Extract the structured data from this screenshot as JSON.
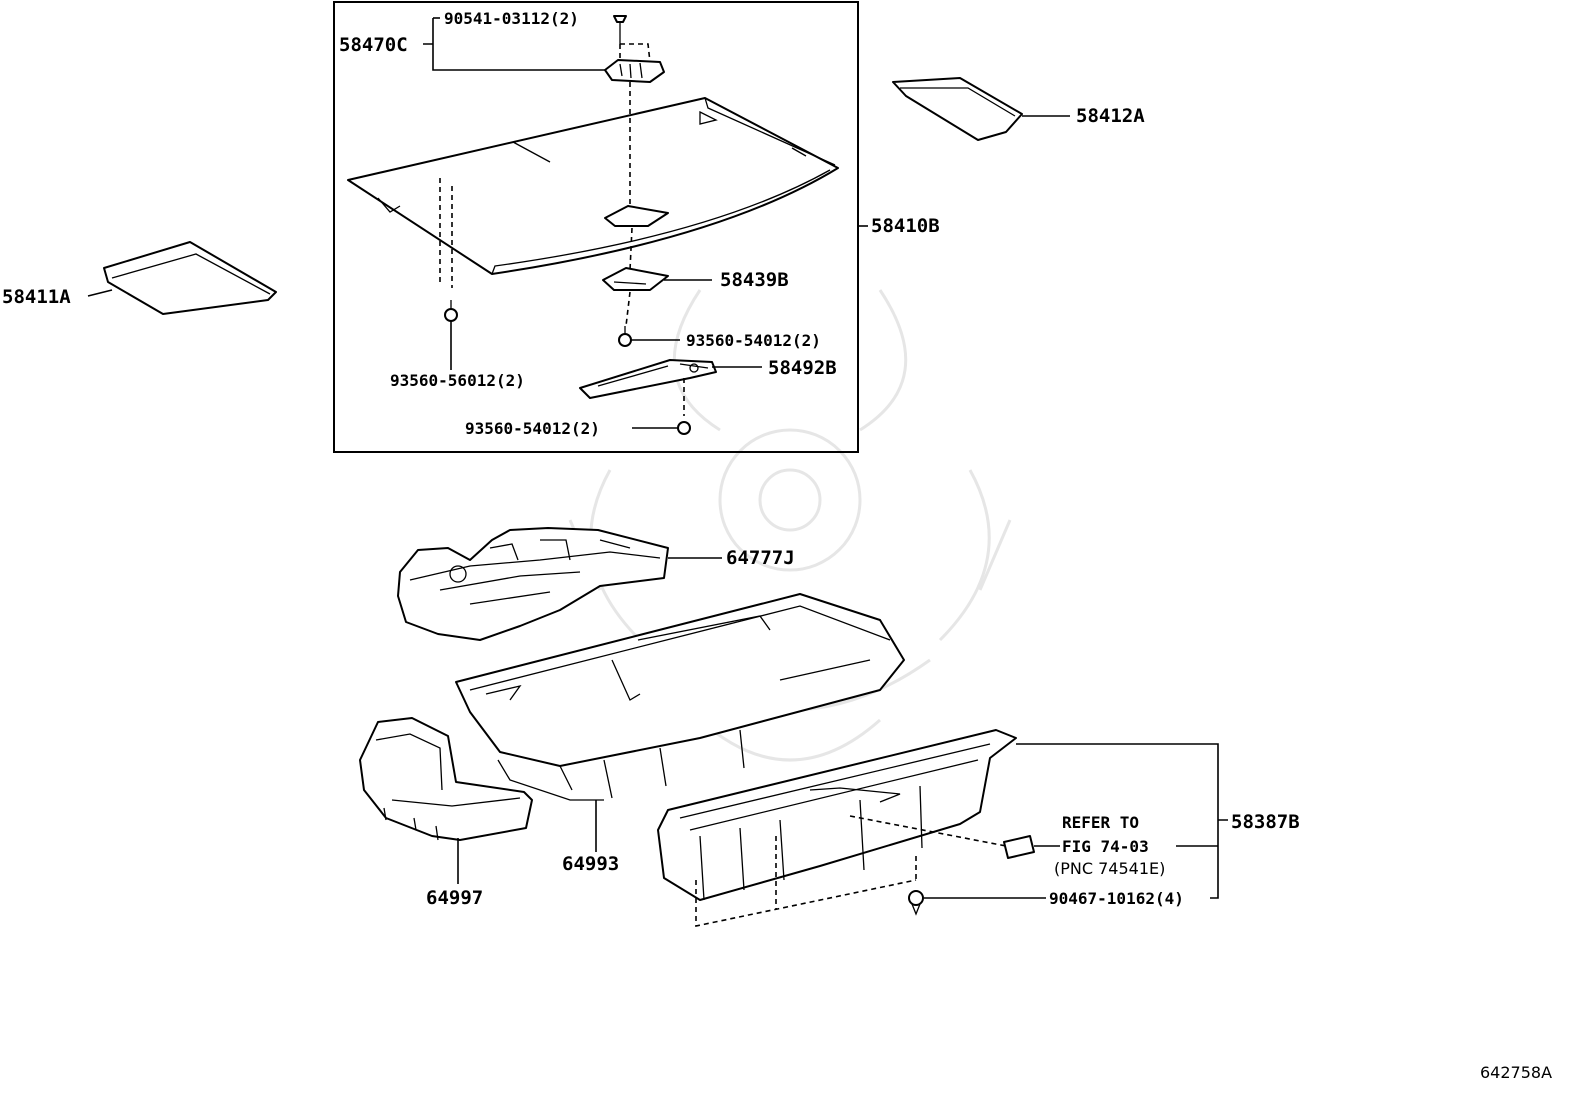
{
  "diagram": {
    "figure_code": "642758A",
    "callouts": {
      "p58470C": "58470C",
      "p90541_03112": "90541-03112(2)",
      "p58412A": "58412A",
      "p58410B": "58410B",
      "p58411A": "58411A",
      "p58439B": "58439B",
      "p93560_54012_a": "93560-54012(2)",
      "p93560_56012": "93560-56012(2)",
      "p58492B": "58492B",
      "p93560_54012_b": "93560-54012(2)",
      "p64777J": "64777J",
      "p58387B": "58387B",
      "p64993": "64993",
      "p64997": "64997",
      "p90467_10162": "90467-10162(4)"
    },
    "reference_note": {
      "line1": "REFER TO",
      "line2": "FIG 74-03",
      "line3": "(PNC 74541E)"
    },
    "colors": {
      "ink": "#000000",
      "background": "#ffffff",
      "watermark": "#e6e6e6"
    }
  }
}
